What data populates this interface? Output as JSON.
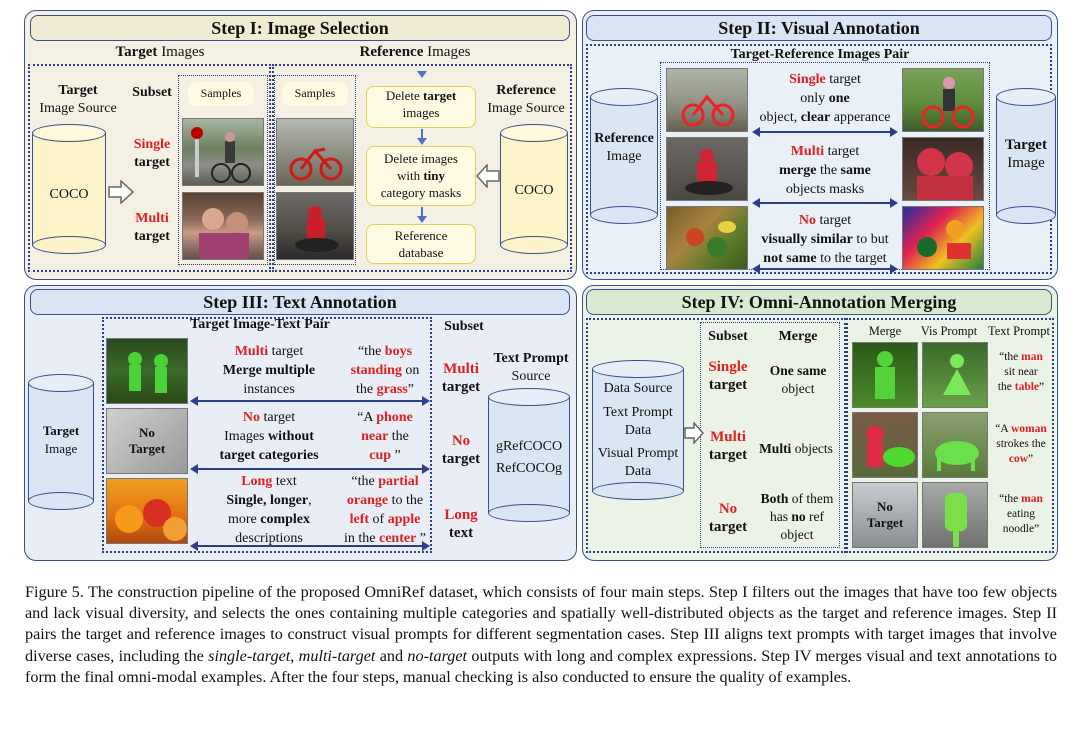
{
  "colors": {
    "panel_border": "#3a4f8f",
    "step1_bg": "#f4f1e4",
    "step2_bg": "#eaf0f8",
    "step3_bg": "#e9eef6",
    "step4_bg": "#eaf3e6",
    "header1_bg": "#f0ecd4",
    "header2_bg": "#d9e5f5",
    "header3_bg": "#d9e5f5",
    "header4_bg": "#d8ebd0",
    "cylinder_yellow": "#fdf3c9",
    "cylinder_blue": "#dbe6f4",
    "highlight_red": "#e02020"
  },
  "step1": {
    "title": "Step I: Image Selection",
    "target_images_bold": "Target",
    "target_images_rest": " Images",
    "reference_images_bold": "Reference",
    "reference_images_rest": " Images",
    "target_source_bold": "Target",
    "target_source_rest": "Image Source",
    "subset": "Subset",
    "samples": "Samples",
    "coco": "COCO",
    "single": "Single",
    "multi": "Multi",
    "target_word": "target",
    "reference_source_bold": "Reference",
    "reference_source_rest": "Image Source",
    "delete_1a": "Delete ",
    "delete_1b": "target",
    "delete_1c": "images",
    "delete_2a": "Delete images",
    "delete_2b": "with ",
    "delete_2c": "tiny",
    "delete_2d": "category masks",
    "ref_db_1": "Reference",
    "ref_db_2": "database"
  },
  "step2": {
    "title": "Step II: Visual Annotation",
    "pair_title": "Target-Reference Images Pair",
    "reference_image_1": "Reference",
    "reference_image_2": "Image",
    "target_image_1": "Target",
    "target_image_2": "Image",
    "r1_a": "Single",
    "r1_b": " target",
    "r1_c": "only ",
    "r1_d": "one",
    "r1_e": "object, ",
    "r1_f": "clear",
    "r1_g": " apperance",
    "r2_a": "Multi",
    "r2_b": " target",
    "r2_c": "merge",
    "r2_d": " the ",
    "r2_e": "same",
    "r2_f": "objects masks",
    "r3_a": "No",
    "r3_b": " target",
    "r3_c": "visually similar",
    "r3_d": " to but",
    "r3_e": "not same",
    "r3_f": " to the target"
  },
  "step3": {
    "title": "Step III: Text Annotation",
    "pair_title": "Target Image-Text Pair",
    "subset": "Subset",
    "target_image_1": "Target",
    "target_image_2": "Image",
    "no_target_1": "No",
    "no_target_2": "Target",
    "r1_a": "Multi",
    "r1_b": " target",
    "r1_c": "Merge multiple",
    "r1_d": "instances",
    "r2_a": "No",
    "r2_b": " target",
    "r2_c": "Images ",
    "r2_d": "without",
    "r2_e": "target categories",
    "r3_a": "Long",
    "r3_b": " text",
    "r3_c": "Single, longer",
    "r3_d": ",",
    "r3_e": "more ",
    "r3_f": "complex",
    "r3_g": "descriptions",
    "q1_a": "“the ",
    "q1_b": "boys",
    "q1_c": "standing",
    "q1_d": " on",
    "q1_e": "the ",
    "q1_f": "grass",
    "q1_g": "”",
    "q2_a": "“A ",
    "q2_b": "phone",
    "q2_c": "near",
    "q2_d": " the",
    "q2_e": "cup",
    "q2_f": " ”",
    "q3_a": "“the ",
    "q3_b": "partial",
    "q3_c": "orange",
    "q3_d": " to the",
    "q3_e": "left",
    "q3_f": " of ",
    "q3_g": "apple",
    "q3_h": "in the ",
    "q3_i": "center",
    "q3_j": " ”",
    "s1_a": "Multi",
    "s2_a": "No",
    "s3_a": "Long",
    "s_target": "target",
    "s_text": "text",
    "text_prompt_1": "Text Prompt",
    "text_prompt_2": "Source",
    "grefcoco": "gRefCOCO",
    "refcocog": "RefCOCOg"
  },
  "step4": {
    "title": "Step IV: Omni-Annotation Merging",
    "data_source": "Data Source",
    "text_prompt_data_1": "Text Prompt",
    "text_prompt_data_2": "Data",
    "visual_prompt_data_1": "Visual Prompt",
    "visual_prompt_data_2": "Data",
    "subset": "Subset",
    "merge": "Merge",
    "single": "Single",
    "multi": "Multi",
    "no": "No",
    "target_word": "target",
    "m1_a": "One same",
    "m1_b": "object",
    "m2_a": "Multi",
    "m2_b": " objects",
    "m3_a": "Both",
    "m3_b": " of them",
    "m3_c": "has ",
    "m3_d": "no",
    "m3_e": " ref",
    "m3_f": "object",
    "col_merge": "Merge",
    "col_vis": "Vis Prompt",
    "col_text": "Text Prompt",
    "no_target_1": "No",
    "no_target_2": "Target",
    "t1_a": "“the ",
    "t1_b": "man",
    "t1_c": "sit near",
    "t1_d": "the ",
    "t1_e": "table",
    "t1_f": "”",
    "t2_a": "“A ",
    "t2_b": "woman",
    "t2_c": "strokes the",
    "t2_d": "cow",
    "t2_e": "”",
    "t3_a": "“the ",
    "t3_b": "man",
    "t3_c": "eating",
    "t3_d": "noodle”"
  },
  "caption": {
    "p1": "Figure 5. The construction pipeline of the proposed OmniRef dataset, which consists of four main steps. Step I filters out the images that have too few objects and lack visual diversity, and selects the ones containing multiple categories and spatially well-distributed objects as the target and reference images. Step II pairs the target and reference images to construct visual prompts for different segmentation cases. Step III aligns text prompts with target images that involve diverse cases, including the ",
    "i1": "single-target",
    "p2": ", ",
    "i2": "multi-target",
    "p3": " and ",
    "i3": "no-target",
    "p4": " outputs with long and complex expressions. Step IV merges visual and text annotations to form the final omni-modal examples. After the four steps, manual checking is also conducted to ensure the quality of examples."
  }
}
